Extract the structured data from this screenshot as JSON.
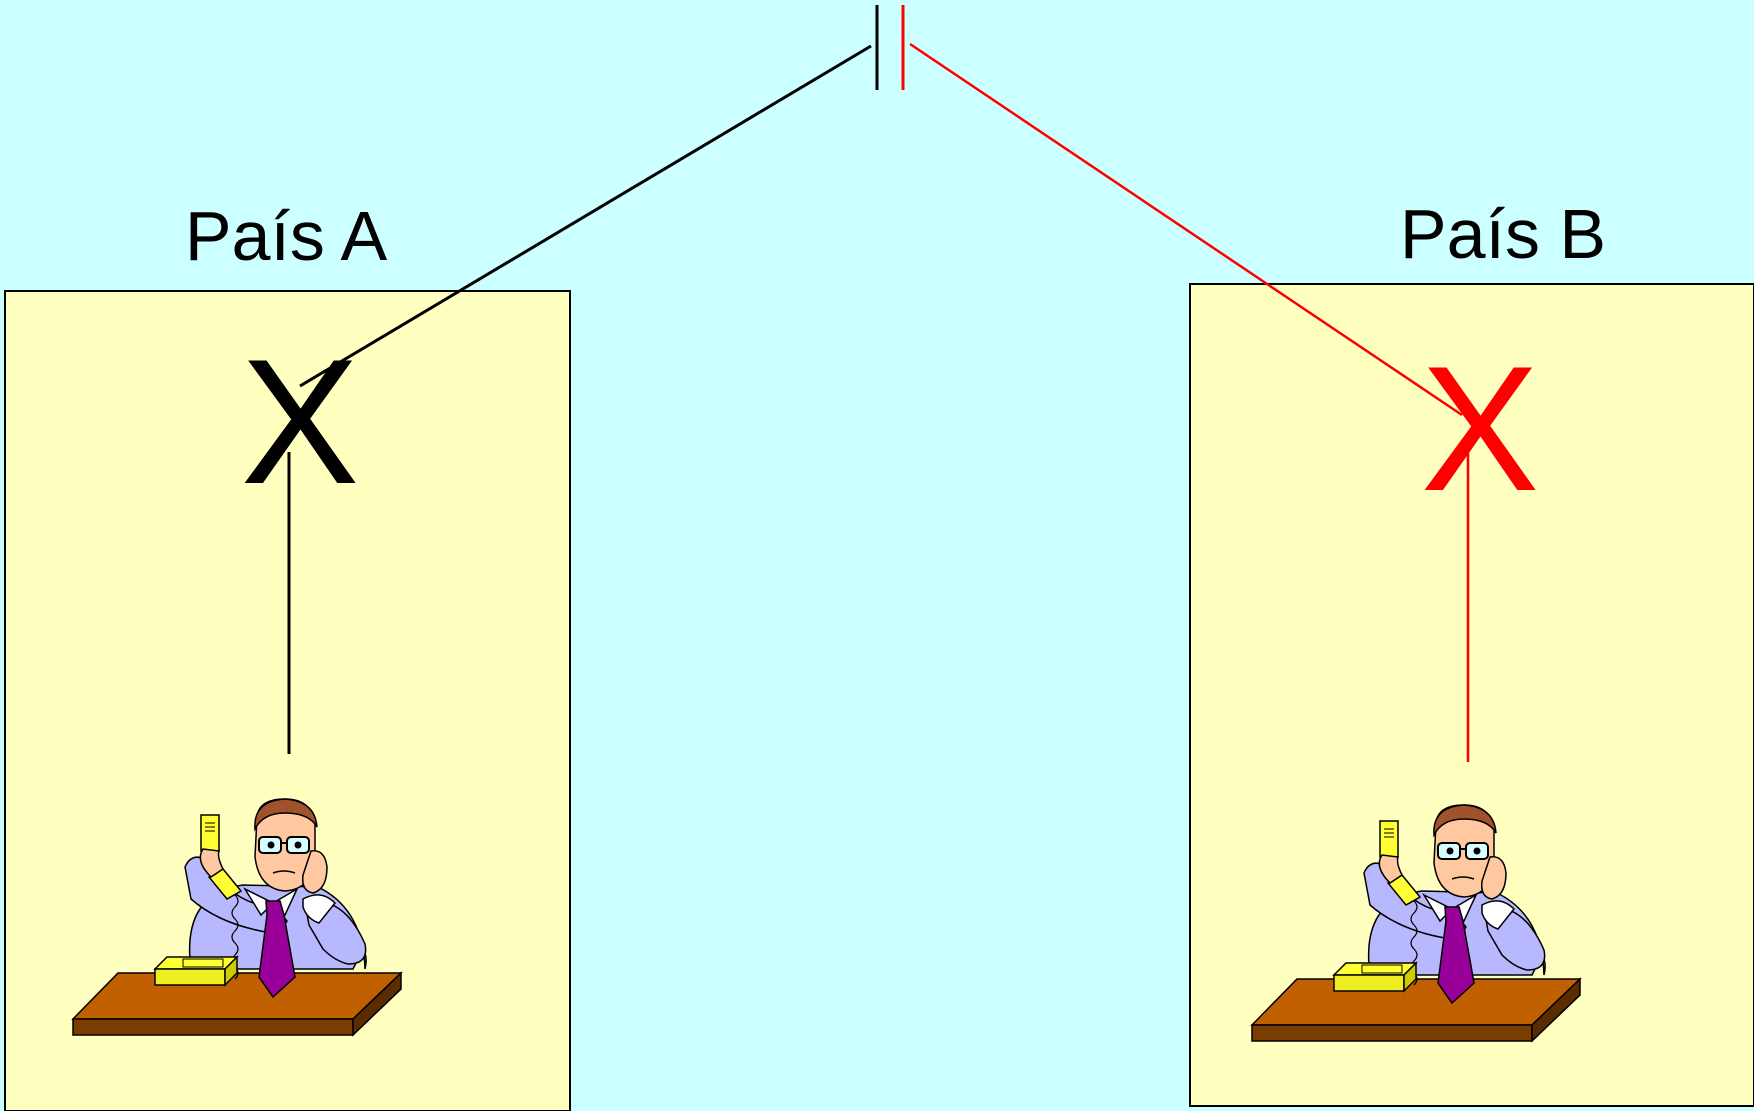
{
  "country_a": {
    "label": "País A",
    "exchange_label": "X",
    "color": "#000000"
  },
  "country_b": {
    "label": "País B",
    "exchange_label": "X",
    "color": "#ff0000"
  },
  "colors": {
    "background": "#ccffff",
    "country_box": "#ffffc0",
    "desk_top": "#c06000",
    "desk_side": "#7a3c00",
    "shirt": "#b8b8ff",
    "tie": "#990099",
    "telephone": "#ffff33",
    "hair": "#a0522d",
    "skin": "#ffc8a0"
  },
  "icons": {
    "person": "person-on-telephone-icon",
    "link": "international-link-icon"
  }
}
